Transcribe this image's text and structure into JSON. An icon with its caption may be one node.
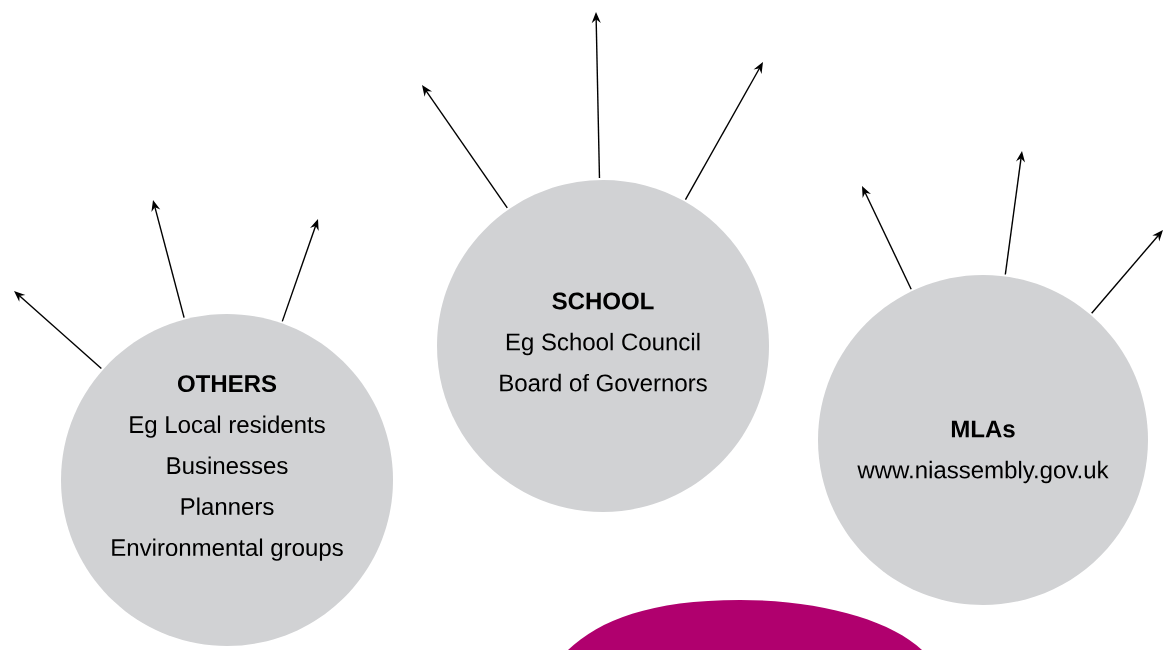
{
  "diagram": {
    "nodes": [
      {
        "text": [
          "OTHERS",
          "Eg Local residents",
          "Businesses",
          "Planners",
          "Environmental groups"
        ]
      },
      {
        "text": [
          "SCHOOL",
          "Eg School Council",
          "Board of Governors"
        ]
      },
      {
        "text": [
          "MLAs",
          "www.niassembly.gov.uk"
        ]
      },
      {
        "text": [],
        "shape": "blob"
      }
    ],
    "edges": [
      {
        "from": 0,
        "to": null,
        "arrow": "to"
      },
      {
        "from": 0,
        "to": null,
        "arrow": "to"
      },
      {
        "from": 0,
        "to": null,
        "arrow": "to"
      },
      {
        "from": 1,
        "to": null,
        "arrow": "to"
      },
      {
        "from": 1,
        "to": null,
        "arrow": "to"
      },
      {
        "from": 1,
        "to": null,
        "arrow": "to"
      },
      {
        "from": 2,
        "to": null,
        "arrow": "to"
      },
      {
        "from": 2,
        "to": null,
        "arrow": "to"
      },
      {
        "from": 2,
        "to": null,
        "arrow": "to"
      }
    ]
  }
}
